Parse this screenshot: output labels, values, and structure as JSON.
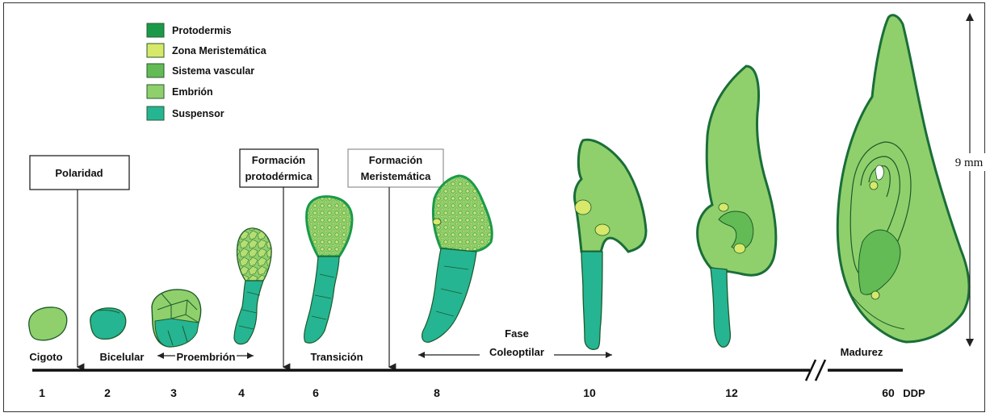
{
  "legend": [
    {
      "label": "Protodermis",
      "color": "#1a9a48"
    },
    {
      "label": "Zona Meristemática",
      "color": "#d8e86a"
    },
    {
      "label": "Sistema vascular",
      "color": "#62bb54"
    },
    {
      "label": "Embrión",
      "color": "#8fd06c"
    },
    {
      "label": "Suspensor",
      "color": "#25b593"
    }
  ],
  "events": {
    "polaridad": "Polaridad",
    "formacion_protodermica": [
      "Formación",
      "protodérmica"
    ],
    "formacion_meristematica": [
      "Formación",
      "Meristemática"
    ]
  },
  "stages": {
    "cigoto": "Cigoto",
    "bicelular": "Bicelular",
    "proembrion": "Proembrión",
    "transicion": "Transición",
    "fase_coleoptilar": [
      "Fase",
      "Coleoptilar"
    ],
    "madurez": "Madurez"
  },
  "axis": {
    "ticks": [
      "1",
      "2",
      "3",
      "4",
      "6",
      "8",
      "10",
      "12",
      "60"
    ],
    "unit": "DDP"
  },
  "scale": "9 mm",
  "colors": {
    "outline": "#1d5a2a",
    "protodermis": "#1a9a48",
    "meristem": "#d8e86a",
    "embryo": "#8fd06c",
    "suspensor": "#25b593"
  }
}
